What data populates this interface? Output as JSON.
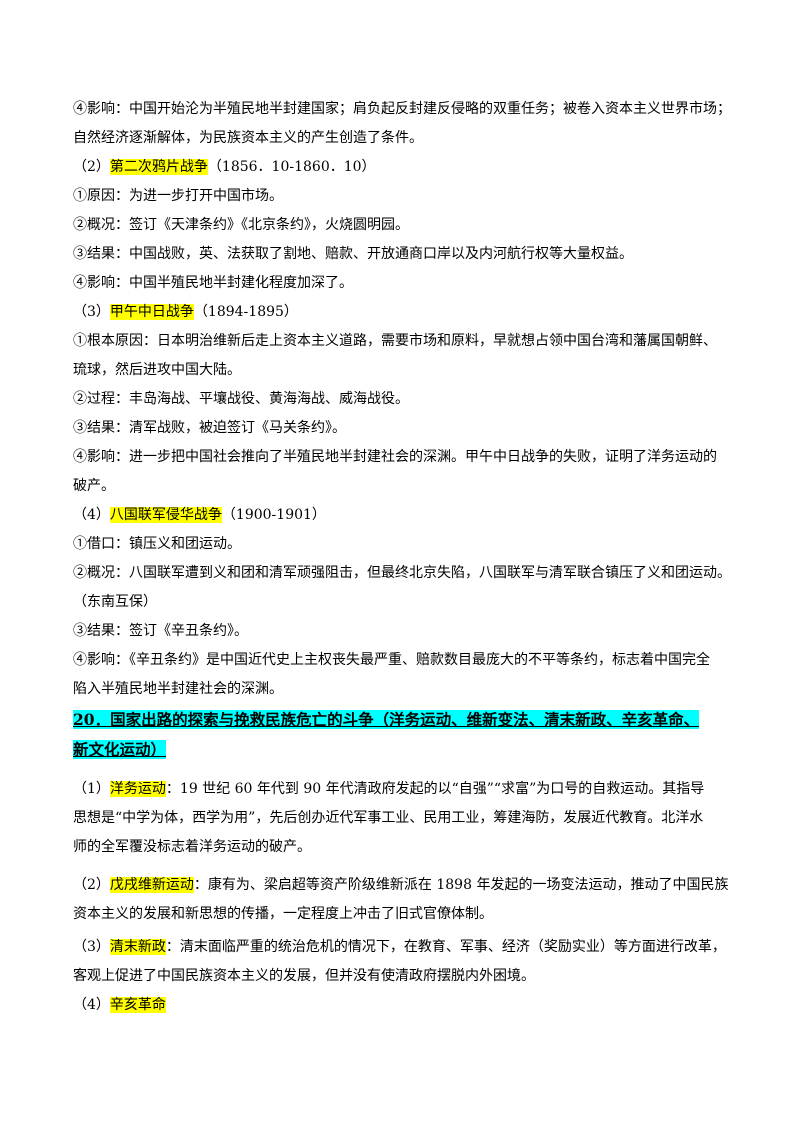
{
  "lines": {
    "l01": "④影响：中国开始沦为半殖民地半封建国家；肩负起反封建反侵略的双重任务；被卷入资本主义世界市场；",
    "l02": "自然经济逐渐解体，为民族资本主义的产生创造了条件。",
    "l03_pre": "（2）",
    "l03_hl": "第二次鸦片战争",
    "l03_post": "（1856．10-1860．10）",
    "l04": "①原因：为进一步打开中国市场。",
    "l05": "②概况：签订《天津条约》《北京条约》，火烧圆明园。",
    "l06": "③结果：中国战败，英、法获取了割地、赔款、开放通商口岸以及内河航行权等大量权益。",
    "l07": "④影响：中国半殖民地半封建化程度加深了。",
    "l08_pre": "（3）",
    "l08_hl": "甲午中日战争",
    "l08_post": "（1894-1895）",
    "l09": "①根本原因：日本明治维新后走上资本主义道路，需要市场和原料，早就想占领中国台湾和藩属国朝鲜、",
    "l10": "琉球，然后进攻中国大陆。",
    "l11": "②过程：丰岛海战、平壤战役、黄海海战、威海战役。",
    "l12": "③结果：清军战败，被迫签订《马关条约》。",
    "l13": "④影响：进一步把中国社会推向了半殖民地半封建社会的深渊。甲午中日战争的失败，证明了洋务运动的",
    "l14": "破产。",
    "l15_pre": "（4）",
    "l15_hl": "八国联军侵华战争",
    "l15_post": "（1900-1901）",
    "l16": "①借口：镇压义和团运动。",
    "l17": "②概况：八国联军遭到义和团和清军顽强阻击，但最终北京失陷，八国联军与清军联合镇压了义和团运动。",
    "l18": "（东南互保）",
    "l19": "③结果：签订《辛丑条约》。",
    "l20": "④影响：《辛丑条约》是中国近代史上主权丧失最严重、赔款数目最庞大的不平等条约，标志着中国完全",
    "l21": "陷入半殖民地半封建社会的深渊。",
    "h1": "20．国家出路的探索与挽救民族危亡的斗争（洋务运动、维新变法、清末新政、辛亥革命、",
    "h2": "新文化运动）",
    "l22_pre": "（1）",
    "l22_hl": "洋务运动",
    "l22_post": "：19 世纪 60 年代到 90 年代清政府发起的以“自强”“求富”为口号的自救运动。其指导",
    "l23": "思想是“中学为体，西学为用”，先后创办近代军事工业、民用工业，筹建海防，发展近代教育。北洋水",
    "l24": "师的全军覆没标志着洋务运动的破产。",
    "l25_pre": "（2）",
    "l25_hl": "戊戌维新运动",
    "l25_post": "：康有为、梁启超等资产阶级维新派在 1898 年发起的一场变法运动，推动了中国民族",
    "l26": "资本主义的发展和新思想的传播，一定程度上冲击了旧式官僚体制。",
    "l27_pre": "（3）",
    "l27_hl": "清末新政",
    "l27_post": "：清末面临严重的统治危机的情况下，在教育、军事、经济（奖励实业）等方面进行改革，",
    "l28": "客观上促进了中国民族资本主义的发展，但并没有使清政府摆脱内外困境。",
    "l29_pre": "（4）",
    "l29_hl": "辛亥革命"
  },
  "colors": {
    "highlight": "#ffff00",
    "heading_highlight": "#00ffff"
  }
}
